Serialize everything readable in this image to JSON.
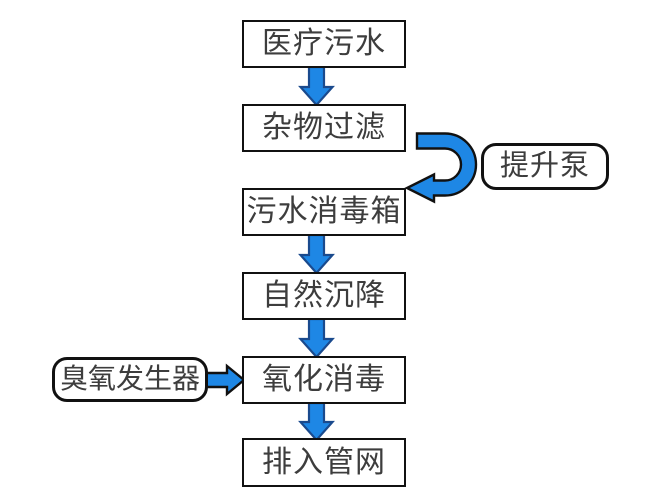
{
  "diagram": {
    "description": "医疗污水处理流程图",
    "nodes": [
      {
        "id": "medical-sewage",
        "label": "医疗污水",
        "shape": "rect"
      },
      {
        "id": "debris-filtration",
        "label": "杂物过滤",
        "shape": "rect"
      },
      {
        "id": "lift-pump",
        "label": "提升泵",
        "shape": "rounded"
      },
      {
        "id": "sewage-disinfection-tank",
        "label": "污水消毒箱",
        "shape": "rect"
      },
      {
        "id": "natural-sedimentation",
        "label": "自然沉降",
        "shape": "rect"
      },
      {
        "id": "ozone-generator",
        "label": "臭氧发生器",
        "shape": "rounded"
      },
      {
        "id": "oxidation-disinfection",
        "label": "氧化消毒",
        "shape": "rect"
      },
      {
        "id": "discharge-pipe-network",
        "label": "排入管网",
        "shape": "rect"
      }
    ],
    "edges": [
      {
        "from": "医疗污水",
        "to": "杂物过滤",
        "type": "block-arrow-down"
      },
      {
        "from": "杂物过滤",
        "to": "污水消毒箱",
        "type": "u-turn-arrow-right",
        "via_label": "提升泵"
      },
      {
        "from": "污水消毒箱",
        "to": "自然沉降",
        "type": "block-arrow-down"
      },
      {
        "from": "自然沉降",
        "to": "氧化消毒",
        "type": "block-arrow-down"
      },
      {
        "from": "臭氧发生器",
        "to": "氧化消毒",
        "type": "block-arrow-right"
      },
      {
        "from": "氧化消毒",
        "to": "排入管网",
        "type": "block-arrow-down"
      }
    ],
    "colors": {
      "arrow_fill": "#1e87e5",
      "down_arrow_outline": "#1a4a8d",
      "side_arrow_outline": "#111111",
      "box_border": "#111111",
      "text": "#3d3d3d",
      "background": "#ffffff"
    }
  }
}
